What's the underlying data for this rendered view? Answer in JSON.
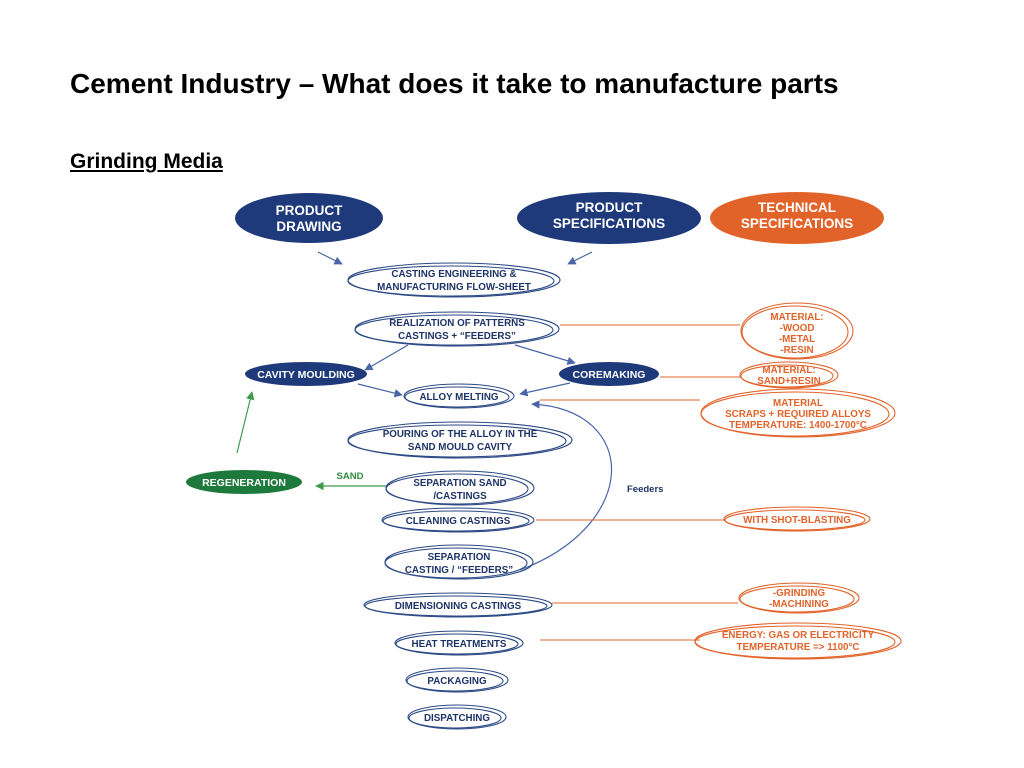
{
  "slide": {
    "title": "Cement Industry – What does it take to manufacture parts",
    "subtitle": "Grinding Media"
  },
  "colors": {
    "navy": "#1f3a7a",
    "orange": "#e2632a",
    "green": "#1e7a3c",
    "text_navy": "#1e3366"
  },
  "diagram": {
    "product_drawing": [
      "PRODUCT",
      "DRAWING"
    ],
    "product_specifications": [
      "PRODUCT",
      "SPECIFICATIONS"
    ],
    "technical_specifications": [
      "TECHNICAL",
      "SPECIFICATIONS"
    ],
    "casting_engineering": [
      "CASTING ENGINEERING &",
      "MANUFACTURING FLOW-SHEET"
    ],
    "realization_patterns": [
      "REALIZATION OF PATTERNS",
      "CASTINGS + “FEEDERS”"
    ],
    "cavity_moulding": "CAVITY MOULDING",
    "coremaking": "COREMAKING",
    "alloy_melting": "ALLOY MELTING",
    "pouring": [
      "POURING OF THE ALLOY IN THE",
      "SAND MOULD CAVITY"
    ],
    "regeneration": "REGENERATION",
    "sand_label": "SAND",
    "separation_sand": [
      "SEPARATION SAND",
      "/CASTINGS"
    ],
    "cleaning_castings": "CLEANING CASTINGS",
    "separation_casting": [
      "SEPARATION",
      "CASTING / “FEEDERS”"
    ],
    "feeders_label": "Feeders",
    "dimensioning_castings": "DIMENSIONING CASTINGS",
    "heat_treatments": "HEAT TREATMENTS",
    "packaging": "PACKAGING",
    "dispatching": "DISPATCHING",
    "material_pattern": [
      "MATERIAL:",
      "-WOOD",
      "-METAL",
      "-RESIN"
    ],
    "material_core": [
      "MATERIAL:",
      "SAND+RESIN"
    ],
    "material_alloy": [
      "MATERIAL",
      "SCRAPS + REQUIRED ALLOYS",
      "TEMPERATURE: 1400-1700°C"
    ],
    "shot_blasting": "WITH SHOT-BLASTING",
    "grinding_machining": [
      "-GRINDING",
      "-MACHINING"
    ],
    "energy": [
      "ENERGY: GAS OR ELECTRICITY",
      "TEMPERATURE => 1100°C"
    ]
  }
}
